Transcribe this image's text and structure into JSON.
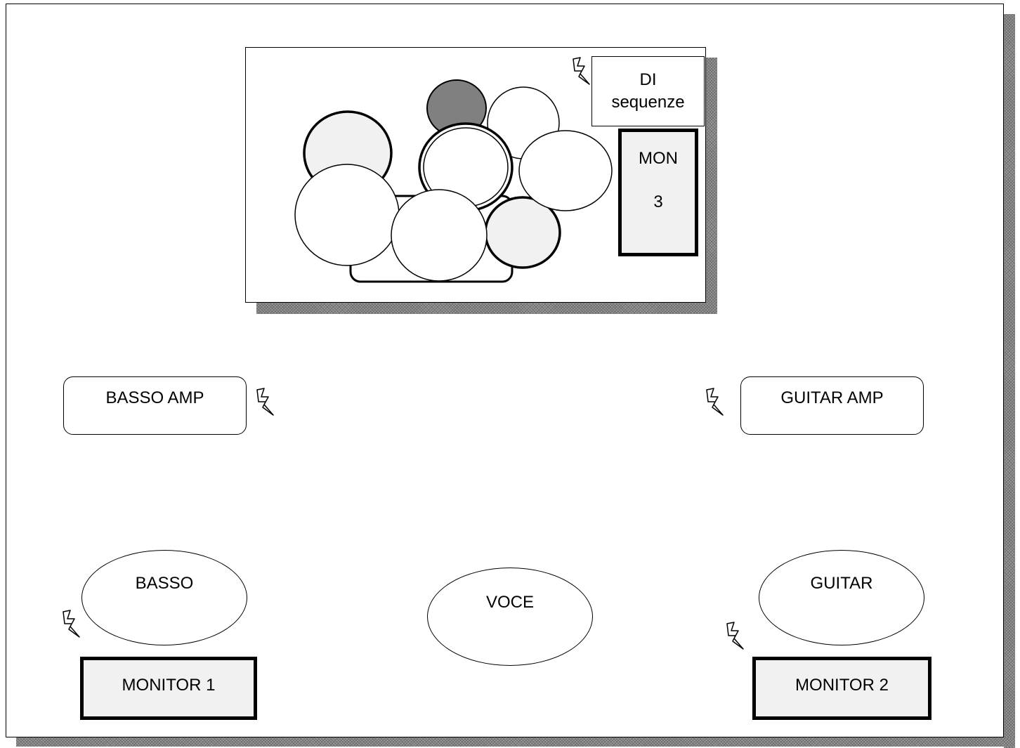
{
  "stage": {
    "di_box": {
      "line1": "DI",
      "line2": "sequenze"
    },
    "drum_monitor": {
      "line1": "MON",
      "line2": "3"
    },
    "basso_amp": "BASSO AMP",
    "guitar_amp": "GUITAR AMP",
    "mics": {
      "basso": "BASSO",
      "voce": "VOCE",
      "guitar": "GUITAR"
    },
    "monitors": {
      "monitor_1": "MONITOR 1",
      "monitor_2": "MONITOR 2"
    }
  },
  "icons": [
    "power-bolt-icon"
  ],
  "colors": {
    "monitor_fill": "#f1f1f1",
    "shaded_drum": "#808080",
    "light_drum": "#f1f1f1"
  }
}
